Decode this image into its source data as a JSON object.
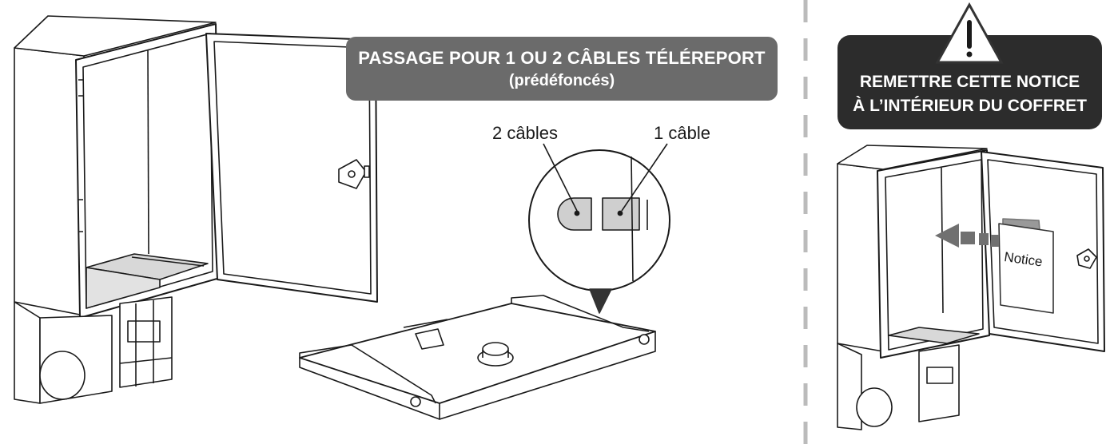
{
  "banner": {
    "line1": "PASSAGE POUR 1 OU 2 CÂBLES TÉLÉREPORT",
    "line2": "(prédéfoncés)",
    "color": "#6b6b6b"
  },
  "detail": {
    "label_two": "2 câbles",
    "label_one": "1 câble"
  },
  "warning": {
    "icon": "warning-triangle-icon",
    "line1": "REMETTRE CETTE NOTICE",
    "line2": "À L’INTÉRIEUR DU COFFRET",
    "color": "#2c2c2c"
  },
  "notice_sheet": {
    "label": "Notice"
  }
}
